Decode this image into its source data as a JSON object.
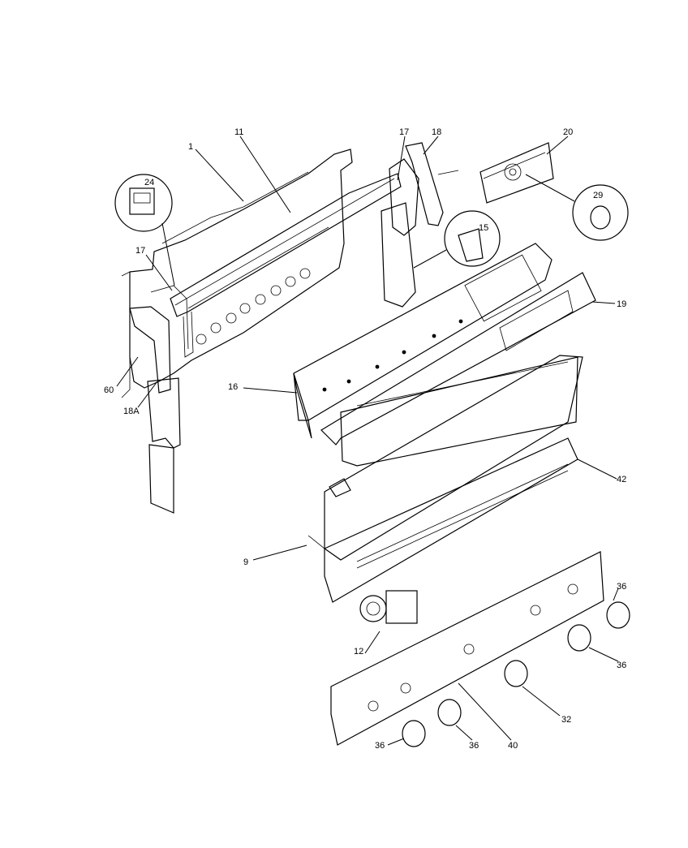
{
  "header_text": "",
  "callouts": {
    "c1": "1",
    "c11": "11",
    "c17a": "17",
    "c18": "18",
    "c20": "20",
    "c24": "24",
    "c29": "29",
    "c15": "15",
    "c17b": "17",
    "c19": "19",
    "c60": "60",
    "c18A": "18A",
    "c16": "16",
    "c42": "42",
    "c9": "9",
    "c36a": "36",
    "c36b": "36",
    "c12": "12",
    "c32": "32",
    "c40": "40",
    "c36c": "36",
    "c36d": "36"
  }
}
